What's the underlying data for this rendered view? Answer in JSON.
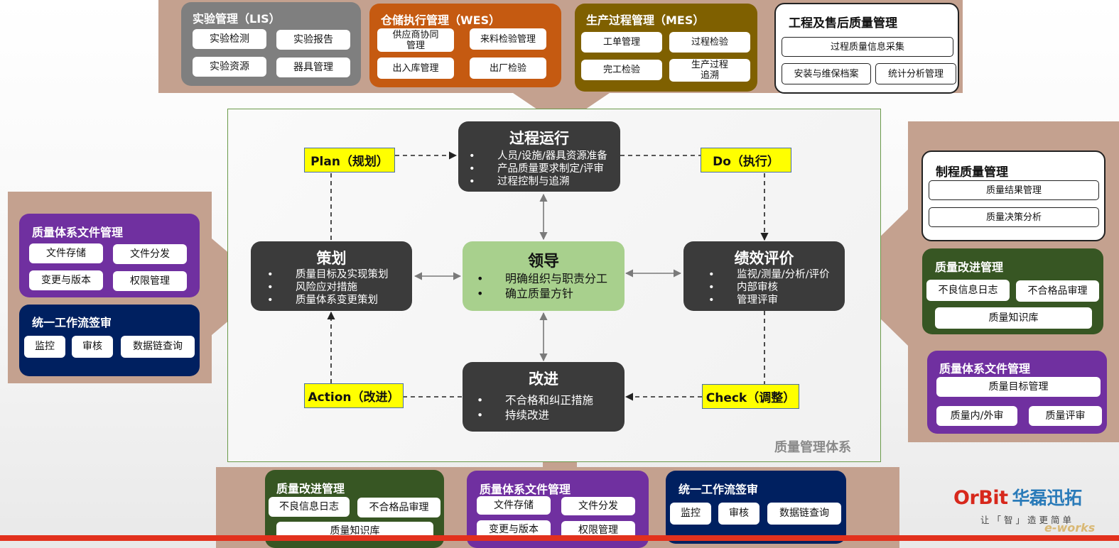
{
  "colors": {
    "band": "#c4a18f",
    "grey": "#7f7f7f",
    "orange": "#c55a11",
    "olive": "#7f6000",
    "purple": "#7030a0",
    "navy": "#002060",
    "green_dark": "#375623",
    "dark_box": "#3b3b3b",
    "green_box": "#a8d08d",
    "label_yellow": "#ffff00",
    "red_line": "#e2311d"
  },
  "top": {
    "lis": {
      "title": "实验管理（LIS）",
      "items": [
        "实验检测",
        "实验报告",
        "实验资源",
        "器具管理"
      ]
    },
    "wes": {
      "title": "仓储执行管理（WES）",
      "items": [
        "供应商协同\n管理",
        "来料检验管理",
        "出入库管理",
        "出厂检验"
      ]
    },
    "mes": {
      "title": "生产过程管理（MES）",
      "items": [
        "工单管理",
        "过程检验",
        "完工检验",
        "生产过程\n追溯"
      ]
    },
    "eng": {
      "title": "工程及售后质量管理",
      "items": [
        "过程质量信息采集",
        "安装与维保档案",
        "统计分析管理"
      ]
    }
  },
  "left": {
    "docs": {
      "title": "质量体系文件管理",
      "items": [
        "文件存储",
        "文件分发",
        "变更与版本",
        "权限管理"
      ]
    },
    "workflow": {
      "title": "统一工作流签审",
      "items": [
        "监控",
        "审核",
        "数据链查询"
      ]
    }
  },
  "right": {
    "process": {
      "title": "制程质量管理",
      "items": [
        "质量结果管理",
        "质量决策分析"
      ]
    },
    "improve": {
      "title": "质量改进管理",
      "items": [
        "不良信息日志",
        "不合格品审理",
        "质量知识库"
      ]
    },
    "docs": {
      "title": "质量体系文件管理",
      "items": [
        "质量目标管理",
        "质量内/外审",
        "质量评审"
      ]
    }
  },
  "bottom": {
    "improve": {
      "title": "质量改进管理",
      "items": [
        "不良信息日志",
        "不合格品审理",
        "质量知识库"
      ]
    },
    "docs": {
      "title": "质量体系文件管理",
      "items": [
        "文件存储",
        "文件分发",
        "变更与版本",
        "权限管理"
      ]
    },
    "workflow": {
      "title": "统一工作流签审",
      "items": [
        "监控",
        "审核",
        "数据链查询"
      ]
    }
  },
  "center": {
    "process": {
      "title": "过程运行",
      "bullets": [
        "人员/设施/器具资源准备",
        "产品质量要求制定/评审",
        "过程控制与追溯"
      ]
    },
    "plan": {
      "title": "策划",
      "bullets": [
        "质量目标及实现策划",
        "风险应对措施",
        "质量体系变更策划"
      ]
    },
    "lead": {
      "title": "领导",
      "bullets": [
        "明确组织与职责分工",
        "确立质量方针"
      ]
    },
    "perf": {
      "title": "绩效评价",
      "bullets": [
        "监视/测量/分析/评价",
        "内部审核",
        "管理评审"
      ]
    },
    "improve": {
      "title": "改进",
      "bullets": [
        "不合格和纠正措施",
        "持续改进"
      ]
    },
    "labels": {
      "plan": "Plan（规划）",
      "do": "Do（执行）",
      "check": "Check（调整）",
      "action": "Action（改进）"
    },
    "frame_label": "质量管理体系"
  },
  "logo": {
    "brand": "OrBit",
    "brand_cn": "华磊迅拓",
    "slogan": "让「智」造更简单",
    "watermark": "e-works"
  }
}
